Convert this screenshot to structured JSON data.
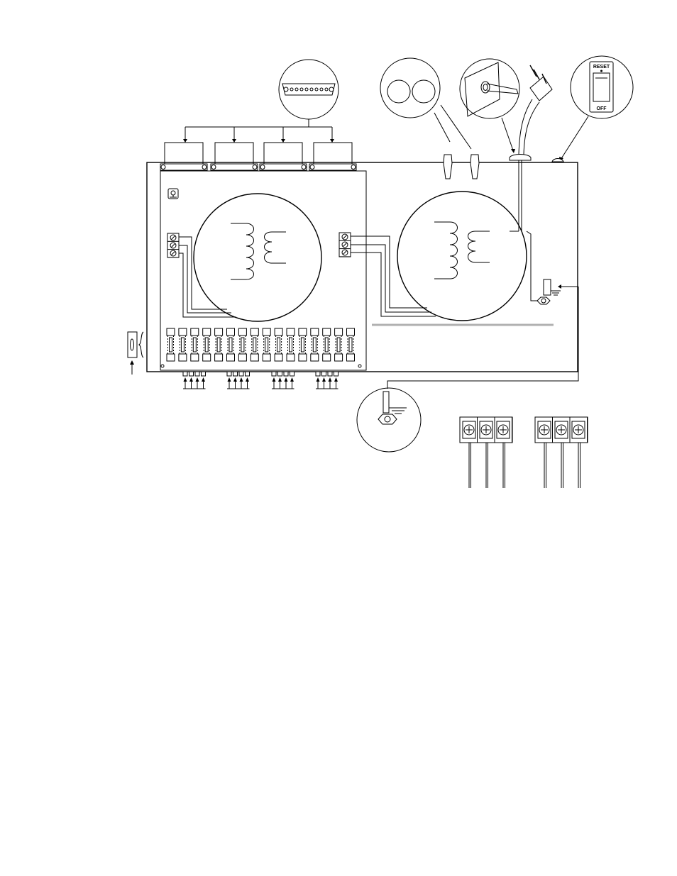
{
  "switch_inset": {
    "top_label": "RESET",
    "bottom_label": "OFF"
  },
  "components": {
    "db_connectors": 4,
    "fuse_holders": 16,
    "terminal_blocks_small": 2,
    "barrier_strips": 2,
    "screws_per_strip": 3
  },
  "colors": {
    "line": "#000000",
    "background": "#ffffff",
    "divider": "#b0b0b0"
  }
}
